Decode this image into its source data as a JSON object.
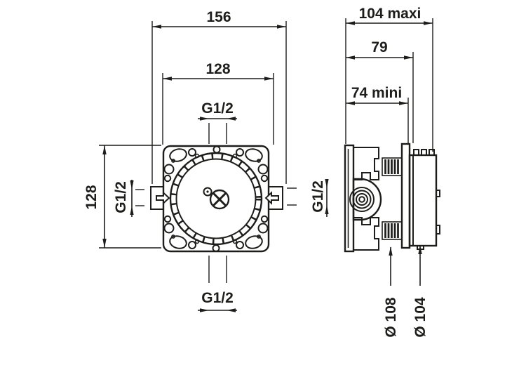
{
  "drawing": {
    "type": "technical-dimension-drawing",
    "subject": "concealed-valve-installation-box",
    "colors": {
      "line": "#1d1d1b",
      "background": "#ffffff"
    },
    "front_view": {
      "dim_width_overall": "156",
      "dim_width_inner": "128",
      "dim_height": "128",
      "thread_top": "G1/2",
      "thread_bottom": "G1/2",
      "thread_left": "G1/2",
      "thread_right": "G1/2"
    },
    "side_view": {
      "dim_depth_max": "104 maxi",
      "dim_depth_flange": "79",
      "dim_depth_min": "74 mini",
      "dim_diameter_outer": "Ø 108",
      "dim_diameter_inner": "Ø 104"
    }
  }
}
